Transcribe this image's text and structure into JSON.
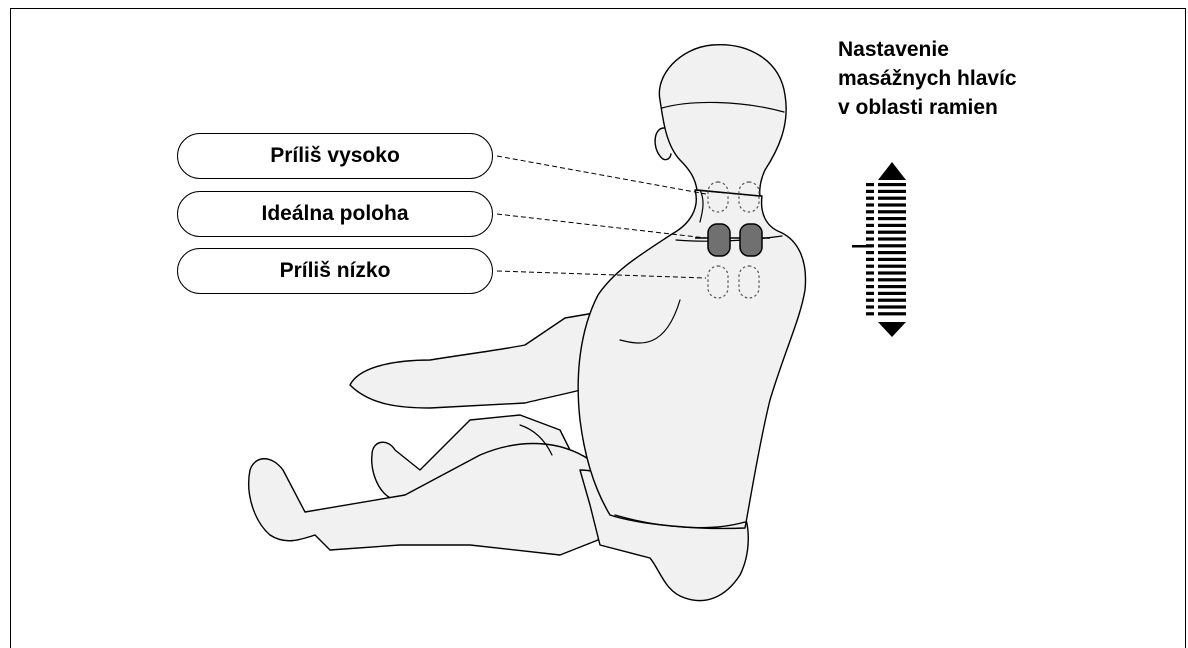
{
  "title_lines": [
    "Nastavenie",
    "masážnych hlavíc",
    "v oblasti ramien"
  ],
  "labels": {
    "too_high": "Príliš vysoko",
    "ideal": "Ideálna poloha",
    "too_low": "Príliš nízko"
  },
  "colors": {
    "line": "#000000",
    "figure_fill": "#f1f1f1",
    "active_node_fill": "#707070",
    "background": "#ffffff"
  },
  "icons": [
    "up-arrow-icon",
    "down-arrow-icon",
    "position-scale-icon"
  ]
}
